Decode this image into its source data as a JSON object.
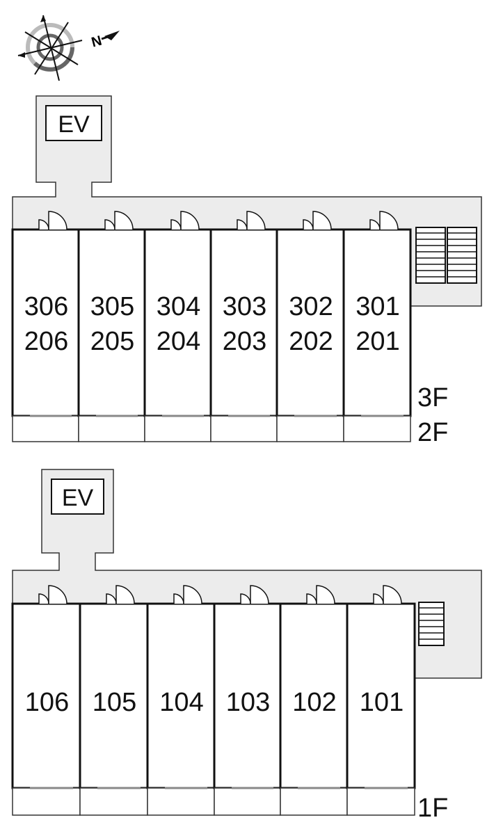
{
  "compass": {
    "label": "N"
  },
  "upper_block": {
    "elevator_label": "EV",
    "units": [
      {
        "top": "306",
        "bottom": "206"
      },
      {
        "top": "305",
        "bottom": "205"
      },
      {
        "top": "304",
        "bottom": "204"
      },
      {
        "top": "303",
        "bottom": "203"
      },
      {
        "top": "302",
        "bottom": "202"
      },
      {
        "top": "301",
        "bottom": "201"
      }
    ],
    "floor_labels": [
      "3F",
      "2F"
    ]
  },
  "lower_block": {
    "elevator_label": "EV",
    "units": [
      "106",
      "105",
      "104",
      "103",
      "102",
      "101"
    ],
    "floor_labels": [
      "1F"
    ]
  },
  "colors": {
    "corridor": "#ececec",
    "line": "#111111",
    "compass_light": "#bbbbbb",
    "compass_dark": "#666666"
  }
}
